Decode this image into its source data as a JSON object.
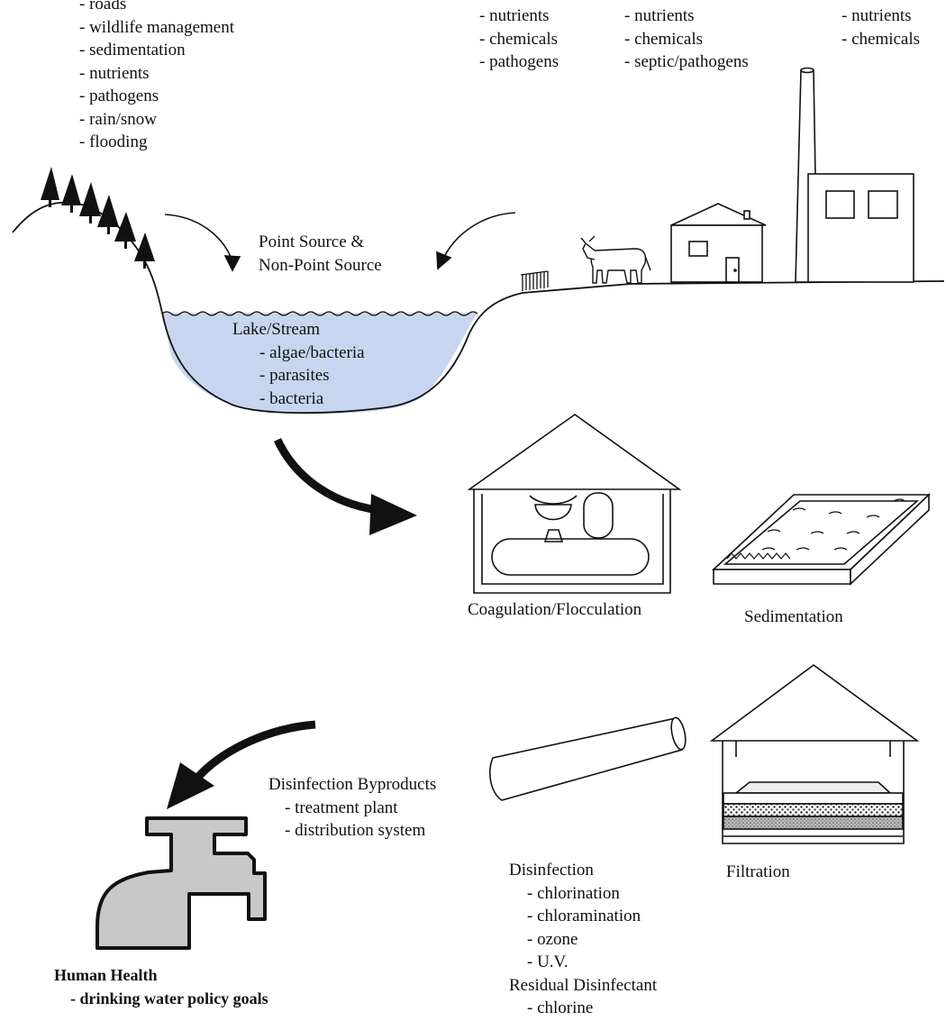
{
  "land_list": [
    "- roads",
    "- wildlife management",
    "- sedimentation",
    "- nutrients",
    "- pathogens",
    "- rain/snow",
    "- flooding"
  ],
  "farm_list": [
    "- nutrients",
    "- chemicals",
    "- pathogens"
  ],
  "house_list": [
    "- nutrients",
    "- chemicals",
    "- septic/pathogens"
  ],
  "factory_list": [
    "- nutrients",
    "- chemicals"
  ],
  "source_label": [
    "Point Source &",
    "Non-Point Source"
  ],
  "lake": {
    "title": "Lake/Stream",
    "items": [
      "- algae/bacteria",
      "- parasites",
      "- bacteria"
    ]
  },
  "treatment": {
    "coagulation": "Coagulation/Flocculation",
    "sedimentation": "Sedimentation",
    "filtration": "Filtration"
  },
  "disinfection": {
    "title": "Disinfection",
    "items": [
      "- chlorination",
      "- chloramination",
      "- ozone",
      "- U.V."
    ],
    "residual_title": "Residual Disinfectant",
    "residual_items": [
      "- chlorine"
    ]
  },
  "byproducts": {
    "title": "Disinfection Byproducts",
    "items": [
      "- treatment plant",
      "- distribution system"
    ]
  },
  "health": {
    "title": "Human Health",
    "subtitle": "- drinking water policy goals"
  },
  "colors": {
    "water": "#c7d6ee",
    "faucet": "#c8c8c8",
    "line": "#111111"
  }
}
